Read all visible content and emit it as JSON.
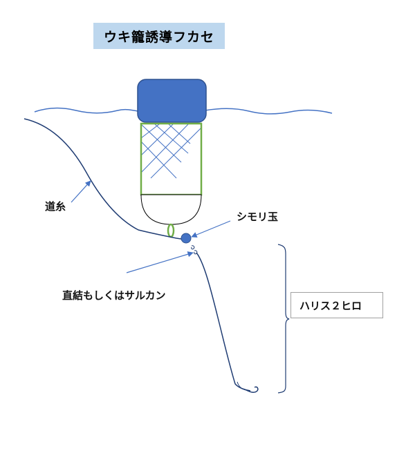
{
  "diagram": {
    "title": "ウキ籠誘導フカセ",
    "labels": {
      "michiito": "道糸",
      "shimoridama": "シモリ玉",
      "chokketsu": "直結もしくはサルカン",
      "harisu": "ハリス２ヒロ"
    },
    "colors": {
      "title_bg": "#bdd7ee",
      "line": "#1f3c73",
      "float_fill": "#4472c4",
      "float_stroke": "#2f528f",
      "basket": "#70ad47",
      "arrow": "#4472c4"
    }
  }
}
